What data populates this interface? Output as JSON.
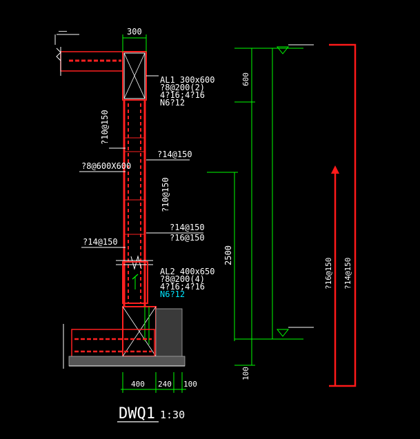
{
  "drawing": {
    "title": "DWQ1",
    "scale": "1:30"
  },
  "dims": {
    "top_width": "300",
    "d600": "600",
    "d2500": "2500",
    "d100": "100",
    "b400": "400",
    "b240": "240",
    "b100": "100"
  },
  "beam_al1": {
    "line1": "AL1 300x600",
    "line2": "?8@200(2)",
    "line3": "4?16;4?16",
    "line4": "N6?12"
  },
  "beam_al2": {
    "line1": "AL2 400x650",
    "line2": "?8@200(4)",
    "line3": "4?16;4?16",
    "line4": "N6?12"
  },
  "rebar": {
    "r_10_150_a": "?10@150",
    "r_14_150_a": "?14@150",
    "r_8_600": "?8@600X600",
    "r_10_150_b": "?10@150",
    "r_14_150_b": "?14@150",
    "r_16_150": "?16@150",
    "r_14_150_c": "?14@150",
    "r_16_150_vert": "?16@150",
    "r_14_150_vert": "?14@150"
  },
  "colors": {
    "concrete_outline": "#ff2020",
    "dimension": "#00ff00",
    "text": "#ffffff",
    "note_cyan": "#00e5ff",
    "rebar_yellow": "#ffff00",
    "red_bracket": "#ff1a1a"
  }
}
